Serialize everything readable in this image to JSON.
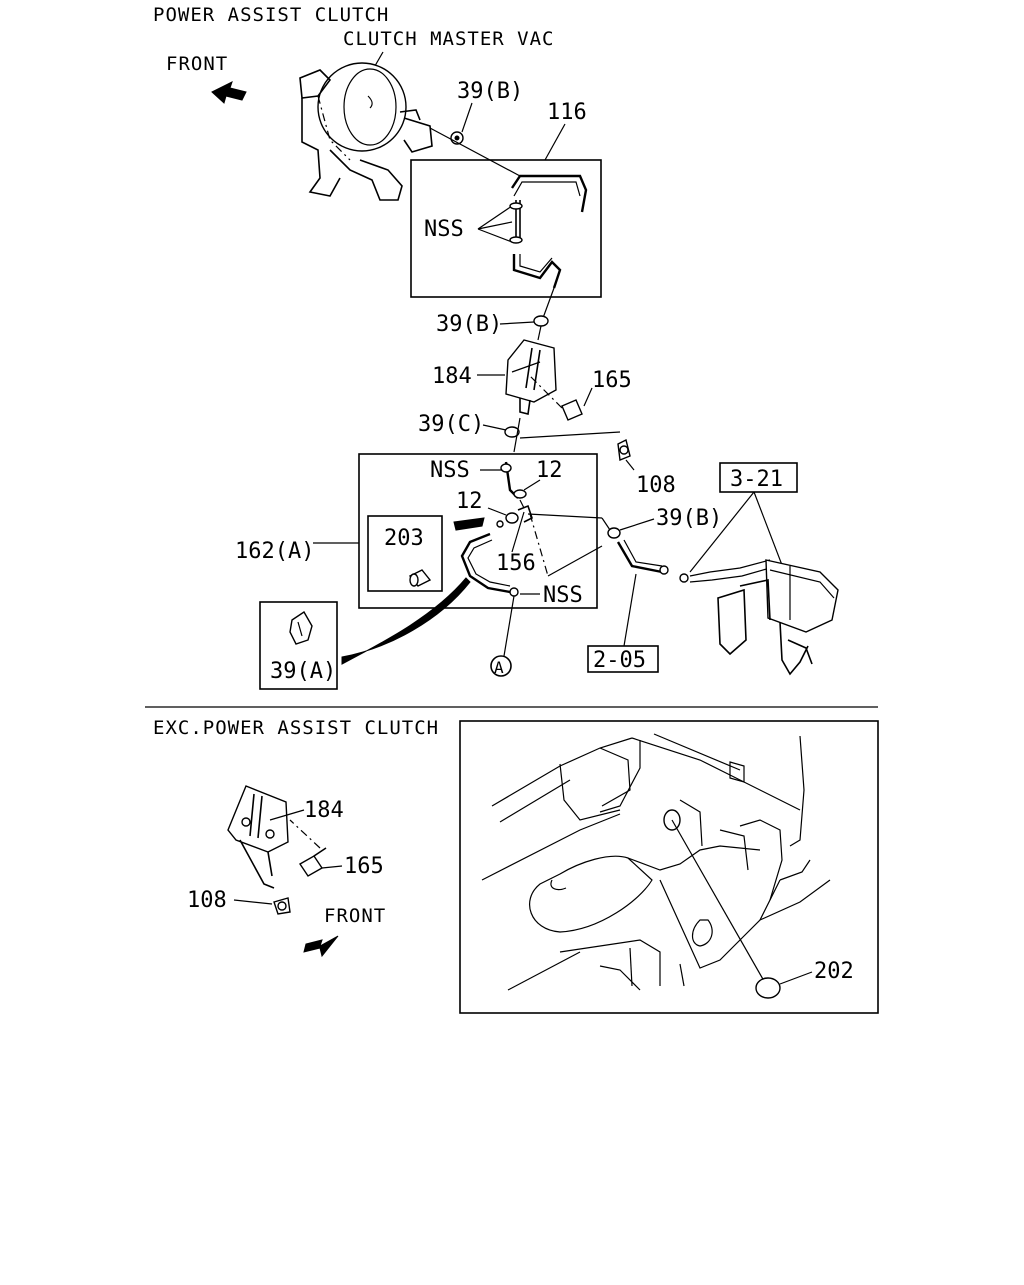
{
  "sections": {
    "top_title": "POWER ASSIST CLUTCH",
    "bottom_title": "EXC.POWER ASSIST CLUTCH"
  },
  "labels": {
    "clutch_master_vac": "CLUTCH MASTER VAC",
    "front_top": "FRONT",
    "front_bottom": "FRONT",
    "p39b_top": "39(B)",
    "p116": "116",
    "nss_1": "NSS",
    "p39b_mid": "39(B)",
    "p184_top": "184",
    "p165_top": "165",
    "p39c": "39(C)",
    "p108_top": "108",
    "nss_2": "NSS",
    "p12_a": "12",
    "p12_b": "12",
    "p162a": "162(A)",
    "p203": "203",
    "p156": "156",
    "p39b_right": "39(B)",
    "ref_3_21": "3-21",
    "nss_3": "NSS",
    "ref_2_05": "2-05",
    "p39a": "39(A)",
    "circle_a": "A",
    "p184_bottom": "184",
    "p165_bottom": "165",
    "p108_bottom": "108",
    "p202": "202"
  },
  "icons": [
    "front-arrow-icon",
    "front-arrow-icon"
  ]
}
